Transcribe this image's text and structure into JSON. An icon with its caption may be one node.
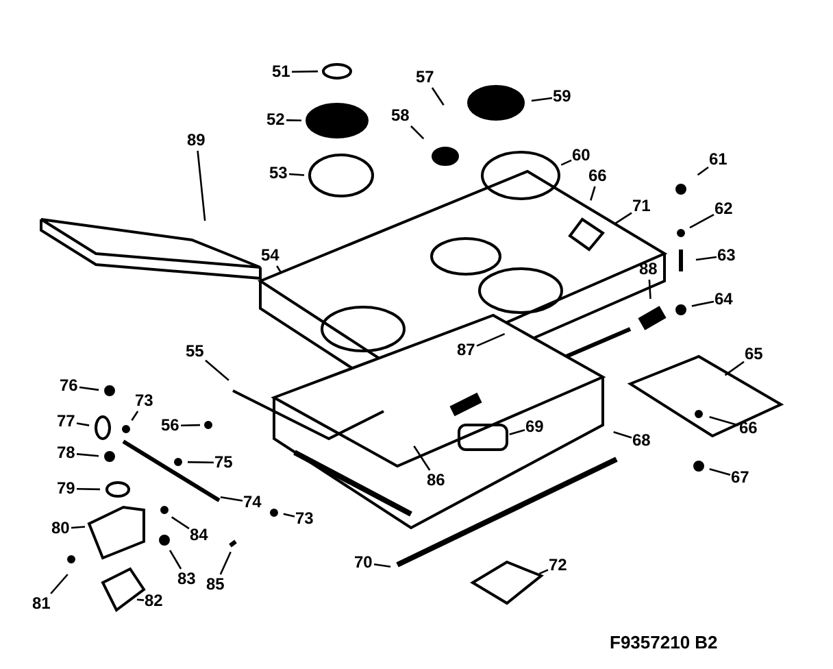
{
  "diagram": {
    "nodes": [
      {
        "text": [
          "51"
        ]
      },
      {
        "text": [
          "57"
        ]
      },
      {
        "text": [
          "59"
        ]
      },
      {
        "text": [
          "52"
        ]
      },
      {
        "text": [
          "58"
        ]
      },
      {
        "text": [
          "89"
        ]
      },
      {
        "text": [
          "60"
        ]
      },
      {
        "text": [
          "61"
        ]
      },
      {
        "text": [
          "53"
        ]
      },
      {
        "text": [
          "66"
        ]
      },
      {
        "text": [
          "71"
        ]
      },
      {
        "text": [
          "62"
        ]
      },
      {
        "text": [
          "63"
        ]
      },
      {
        "text": [
          "54"
        ]
      },
      {
        "text": [
          "88"
        ]
      },
      {
        "text": [
          "64"
        ]
      },
      {
        "text": [
          "87"
        ]
      },
      {
        "text": [
          "55"
        ]
      },
      {
        "text": [
          "65"
        ]
      },
      {
        "text": [
          "76"
        ]
      },
      {
        "text": [
          "73"
        ]
      },
      {
        "text": [
          "77"
        ]
      },
      {
        "text": [
          "56"
        ]
      },
      {
        "text": [
          "69"
        ]
      },
      {
        "text": [
          "66"
        ]
      },
      {
        "text": [
          "78"
        ]
      },
      {
        "text": [
          "86"
        ]
      },
      {
        "text": [
          "68"
        ]
      },
      {
        "text": [
          "75"
        ]
      },
      {
        "text": [
          "67"
        ]
      },
      {
        "text": [
          "79"
        ]
      },
      {
        "text": [
          "74"
        ]
      },
      {
        "text": [
          "80"
        ]
      },
      {
        "text": [
          "84"
        ]
      },
      {
        "text": [
          "73"
        ]
      },
      {
        "text": [
          "70"
        ]
      },
      {
        "text": [
          "72"
        ]
      },
      {
        "text": [
          "83"
        ]
      },
      {
        "text": [
          "85"
        ]
      },
      {
        "text": [
          "81"
        ]
      },
      {
        "text": [
          "82"
        ]
      }
    ],
    "edges": [
      {
        "from": 0,
        "to": null,
        "arrow": "none"
      },
      {
        "from": 1,
        "to": null,
        "arrow": "none"
      },
      {
        "from": 2,
        "to": null,
        "arrow": "none"
      },
      {
        "from": 3,
        "to": null,
        "arrow": "none"
      },
      {
        "from": 4,
        "to": null,
        "arrow": "none"
      },
      {
        "from": 5,
        "to": null,
        "arrow": "none"
      },
      {
        "from": 6,
        "to": null,
        "arrow": "none"
      },
      {
        "from": 7,
        "to": null,
        "arrow": "none"
      },
      {
        "from": 8,
        "to": null,
        "arrow": "none"
      },
      {
        "from": 9,
        "to": null,
        "arrow": "none"
      },
      {
        "from": 10,
        "to": null,
        "arrow": "none"
      },
      {
        "from": 11,
        "to": null,
        "arrow": "none"
      },
      {
        "from": 12,
        "to": null,
        "arrow": "none"
      },
      {
        "from": 13,
        "to": null,
        "arrow": "none"
      },
      {
        "from": 14,
        "to": null,
        "arrow": "none"
      },
      {
        "from": 15,
        "to": null,
        "arrow": "none"
      },
      {
        "from": 16,
        "to": null,
        "arrow": "none"
      },
      {
        "from": 17,
        "to": null,
        "arrow": "none"
      },
      {
        "from": 18,
        "to": null,
        "arrow": "none"
      },
      {
        "from": 19,
        "to": null,
        "arrow": "none"
      },
      {
        "from": 20,
        "to": null,
        "arrow": "none"
      },
      {
        "from": 21,
        "to": null,
        "arrow": "none"
      },
      {
        "from": 22,
        "to": null,
        "arrow": "none"
      },
      {
        "from": 23,
        "to": null,
        "arrow": "none"
      },
      {
        "from": 24,
        "to": null,
        "arrow": "none"
      },
      {
        "from": 25,
        "to": null,
        "arrow": "none"
      },
      {
        "from": 26,
        "to": null,
        "arrow": "none"
      },
      {
        "from": 27,
        "to": null,
        "arrow": "none"
      },
      {
        "from": 28,
        "to": null,
        "arrow": "none"
      },
      {
        "from": 29,
        "to": null,
        "arrow": "none"
      },
      {
        "from": 30,
        "to": null,
        "arrow": "none"
      },
      {
        "from": 31,
        "to": null,
        "arrow": "none"
      },
      {
        "from": 32,
        "to": null,
        "arrow": "none"
      },
      {
        "from": 33,
        "to": null,
        "arrow": "none"
      },
      {
        "from": 34,
        "to": null,
        "arrow": "none"
      },
      {
        "from": 35,
        "to": null,
        "arrow": "none"
      },
      {
        "from": 36,
        "to": null,
        "arrow": "none"
      },
      {
        "from": 37,
        "to": null,
        "arrow": "none"
      },
      {
        "from": 38,
        "to": null,
        "arrow": "none"
      },
      {
        "from": 39,
        "to": null,
        "arrow": "none"
      },
      {
        "from": 40,
        "to": null,
        "arrow": "none"
      }
    ],
    "labels": [
      "F9357210 B2"
    ]
  }
}
